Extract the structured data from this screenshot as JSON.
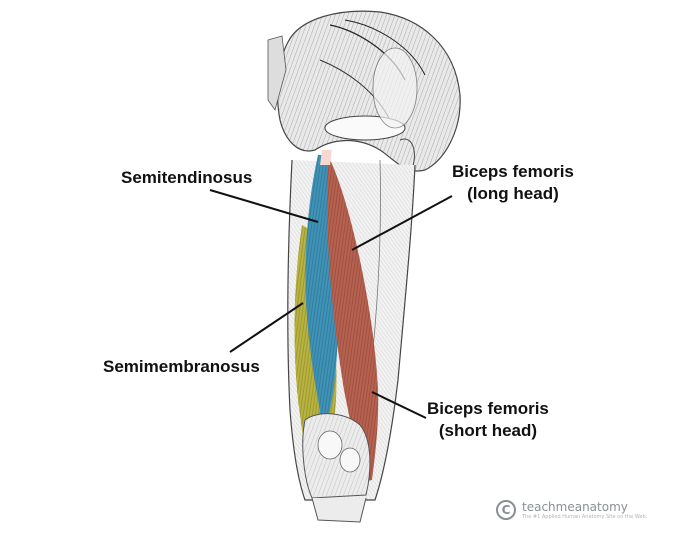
{
  "labels": {
    "semitendinosus": "Semitendinosus",
    "semimembranosus": "Semimembranosus",
    "biceps_long": [
      "Biceps femoris",
      "(long head)"
    ],
    "biceps_short": [
      "Biceps femoris",
      "(short head)"
    ]
  },
  "watermark": {
    "icon": "copyright-c-icon",
    "brand": "teachmeanatomy",
    "tagline": "The #1 Applied Human Anatomy Site on the Web."
  },
  "colors": {
    "semitendinosus": "#3f93b8",
    "semimembranosus": "#b9b33f",
    "biceps_long": "#b8614f",
    "biceps_short": "#7f4f8a",
    "leader_line": "#111111",
    "sketch": "#555555"
  }
}
